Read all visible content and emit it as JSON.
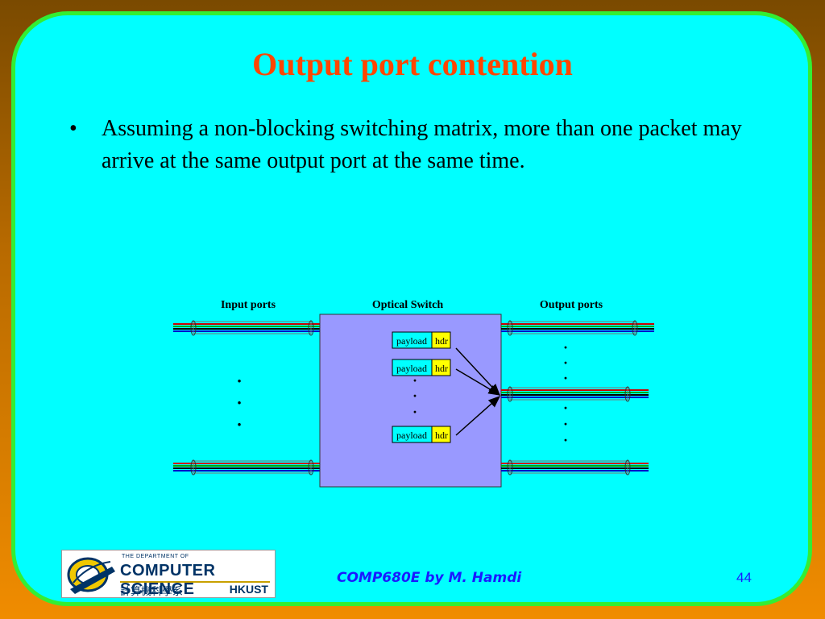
{
  "slide": {
    "title": "Output port contention",
    "bullet_symbol": "•",
    "bullet_text": "Assuming a non-blocking switching matrix, more than one packet may arrive at the same output port at the same time."
  },
  "diagram": {
    "input_label": "Input ports",
    "switch_label": "Optical Switch",
    "output_label": "Output ports",
    "packets": [
      {
        "payload": "payload",
        "hdr": "hdr"
      },
      {
        "payload": "payload",
        "hdr": "hdr"
      },
      {
        "payload": "payload",
        "hdr": "hdr"
      }
    ],
    "ellipsis": "·",
    "colors": {
      "switch_fill": "#9999ff",
      "payload_fill": "#00ffff",
      "hdr_fill": "#ffff00",
      "fiber_red": "#cc0000",
      "fiber_green": "#00aa00",
      "fiber_blue": "#0000cc",
      "fiber_black": "#000000"
    }
  },
  "footer": {
    "course": "COMP680E by M. Hamdi",
    "page_number": "44"
  },
  "logo": {
    "top_line": "THE DEPARTMENT OF",
    "main_line": "COMPUTER SCIENCE",
    "chinese": "計算機科學系",
    "hkust": "HKUST"
  }
}
